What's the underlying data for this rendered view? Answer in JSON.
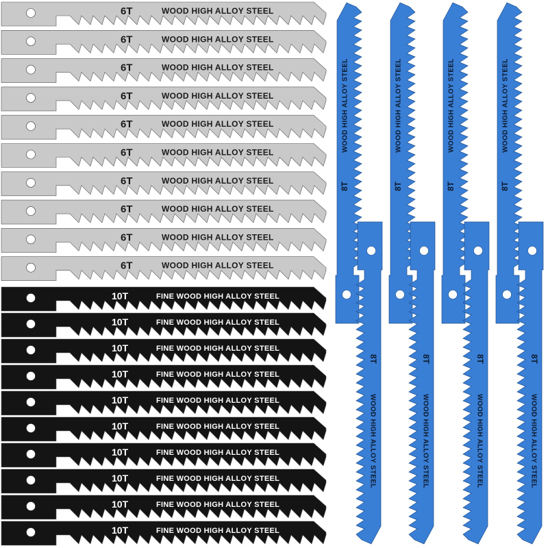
{
  "silver_blades": {
    "tooth_count": "6T",
    "label": "WOOD   HIGH   ALLOY STEEL",
    "count": 10,
    "color": "#c9c9c9",
    "text_color": "#1a1a1a"
  },
  "black_blades": {
    "tooth_count": "10T",
    "label": "FINE WOOD HIGH ALLOY STEEL",
    "count": 10,
    "color": "#141414",
    "text_color": "#ffffff"
  },
  "blue_blades_up": {
    "tooth_count": "8T",
    "label": "WOOD HIGH ALLOY STEEL",
    "count": 4,
    "color": "#3a7fd6",
    "text_color": "#0d1b2e"
  },
  "blue_blades_down": {
    "tooth_count": "8T",
    "label": "WOOD HIGH ALLOY STEEL",
    "count": 4,
    "color": "#3a7fd6",
    "text_color": "#0d1b2e"
  }
}
